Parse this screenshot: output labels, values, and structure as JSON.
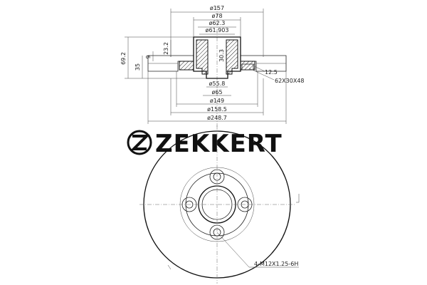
{
  "brand": {
    "name": "ZEKKERT",
    "logo_letter": "Z"
  },
  "dimensions": {
    "top": [
      "ø157",
      "ø78",
      "ø62.3",
      "ø61.903"
    ],
    "bottom": [
      "ø55.8",
      "ø65",
      "ø149",
      "ø158.5",
      "ø248.7"
    ],
    "left": [
      "69.2",
      "35",
      "9",
      "23.2"
    ],
    "center": "30.3",
    "right": [
      "12.5",
      "62X30X48"
    ]
  },
  "callouts": {
    "bolt_holes": "4-M12X1.25-6H"
  }
}
